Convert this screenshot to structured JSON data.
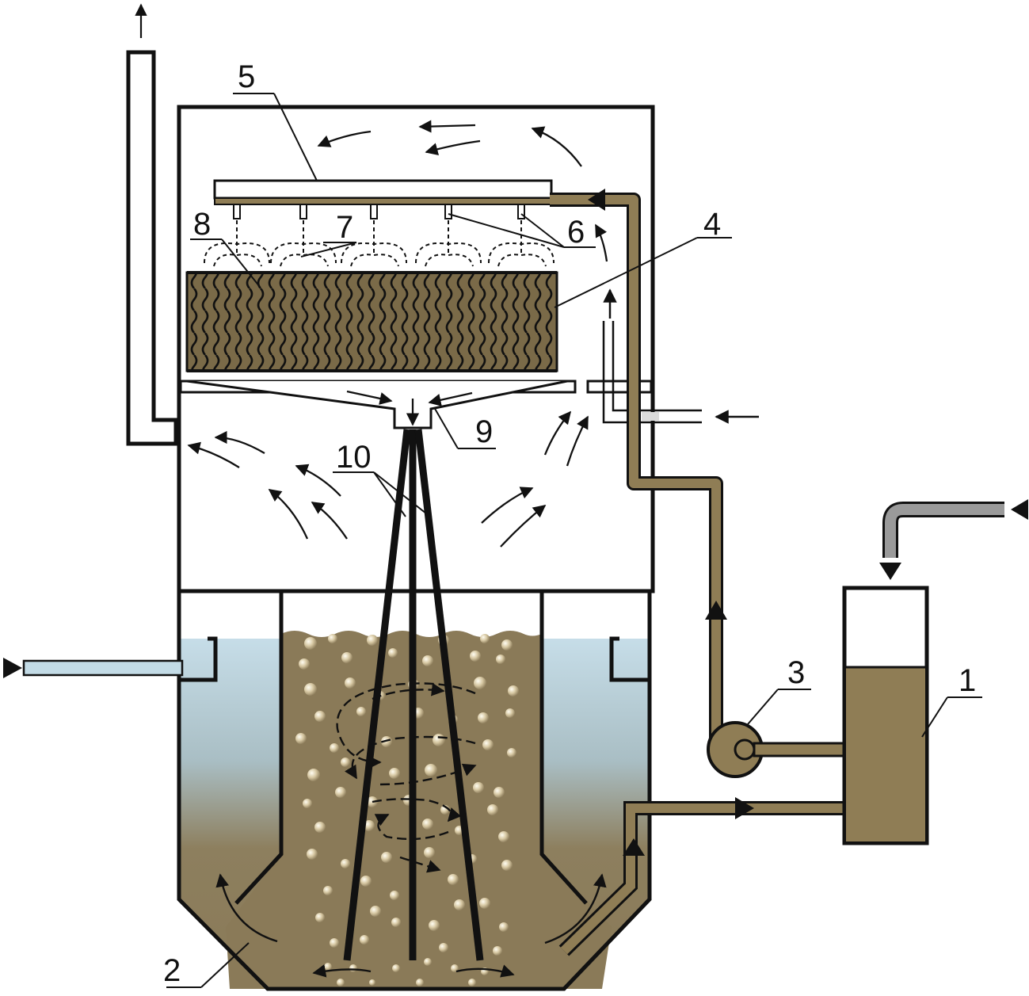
{
  "labels": {
    "l1": "1",
    "l2": "2",
    "l3": "3",
    "l4": "4",
    "l5": "5",
    "l6": "6",
    "l7": "7",
    "l8": "8",
    "l9": "9",
    "l10": "10"
  },
  "colors": {
    "liquid": "#8a7a58",
    "pipe": "#8f7d55",
    "clear_water": "#c3dbe6",
    "feed_pipe": "#9a9a9a",
    "packing": "#7a6a48",
    "outline": "#111111"
  }
}
